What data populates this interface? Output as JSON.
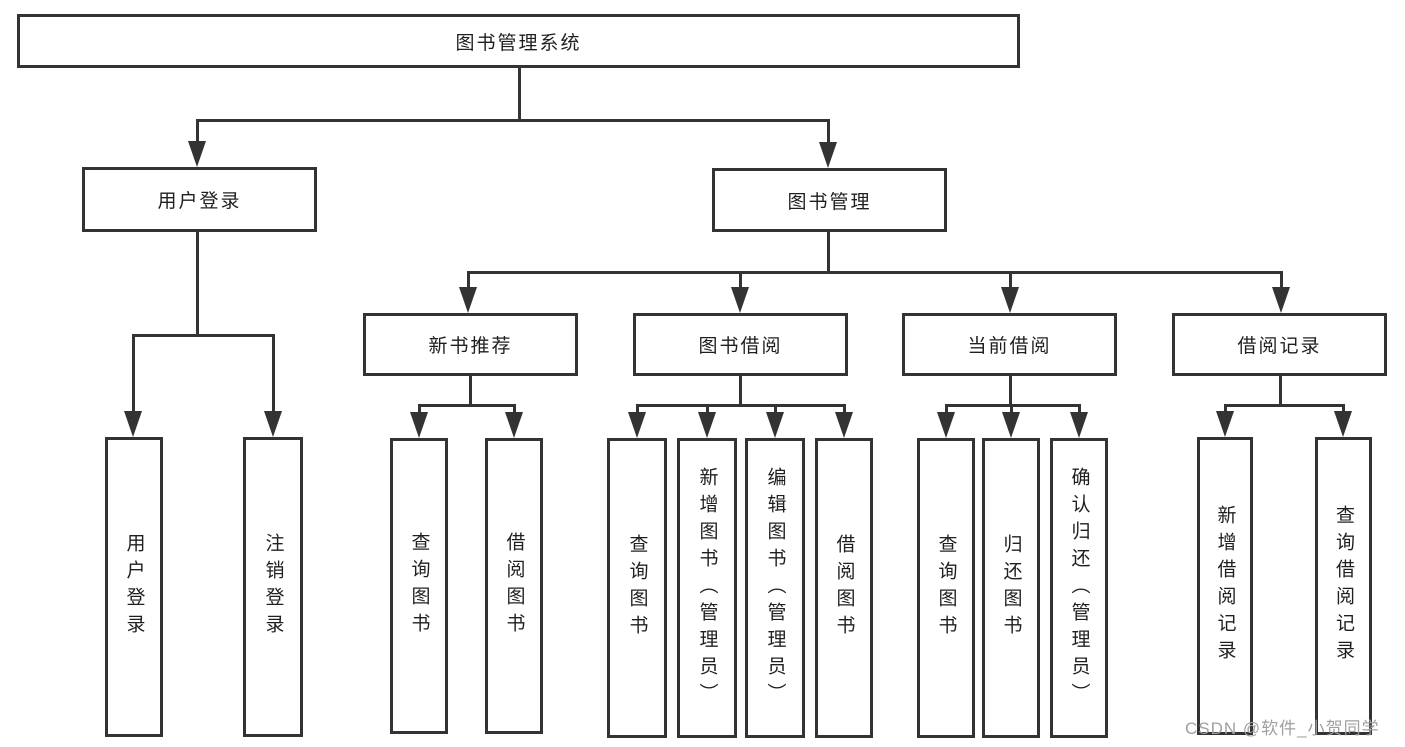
{
  "tree": {
    "label": "图书管理系统",
    "children": [
      {
        "label": "用户登录",
        "children": [
          {
            "label": "用户登录"
          },
          {
            "label": "注销登录"
          }
        ]
      },
      {
        "label": "图书管理",
        "children": [
          {
            "label": "新书推荐",
            "children": [
              {
                "label": "查询图书"
              },
              {
                "label": "借阅图书"
              }
            ]
          },
          {
            "label": "图书借阅",
            "children": [
              {
                "label": "查询图书"
              },
              {
                "label": "新增图书（管理员）"
              },
              {
                "label": "编辑图书（管理员）"
              },
              {
                "label": "借阅图书"
              }
            ]
          },
          {
            "label": "当前借阅",
            "children": [
              {
                "label": "查询图书"
              },
              {
                "label": "归还图书"
              },
              {
                "label": "确认归还（管理员）"
              }
            ]
          },
          {
            "label": "借阅记录",
            "children": [
              {
                "label": "新增借阅记录"
              },
              {
                "label": "查询借阅记录"
              }
            ]
          }
        ]
      }
    ]
  },
  "watermark": "CSDN @软件_小贺同学",
  "colors": {
    "line": "#333333",
    "node_border": "#333333",
    "text": "#1f1f1f",
    "watermark_text": "#a0a0a0",
    "background": "#ffffff"
  }
}
